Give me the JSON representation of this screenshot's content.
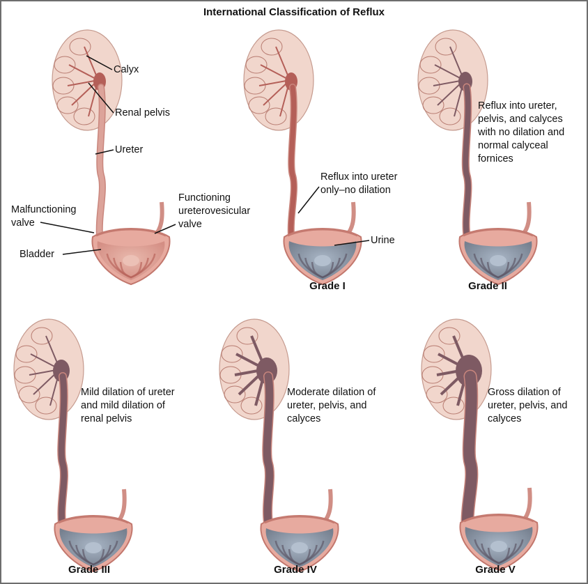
{
  "title": "International Classification of Reflux",
  "colors": {
    "kidney_fill": "#f1d6cc",
    "kidney_stroke": "#c59a8e",
    "tissue": "#d9928a",
    "tissue_dark": "#b45f58",
    "reflux": "#7e5a63",
    "urine": "#8a96a8",
    "frame": "#6e6e6e"
  },
  "normal": {
    "labels": {
      "calyx": "Calyx",
      "renal_pelvis": "Renal pelvis",
      "ureter": "Ureter",
      "malfunctioning_valve": [
        "Malfunctioning",
        "valve"
      ],
      "functioning_valve": [
        "Functioning",
        "ureterovesicular",
        "valve"
      ],
      "bladder": "Bladder"
    }
  },
  "grades": [
    {
      "name": "Grade I",
      "description": [
        "Reflux into ureter",
        "only–no dilation"
      ],
      "extra_label": "Urine"
    },
    {
      "name": "Grade II",
      "description": [
        "Reflux into ureter,",
        "pelvis, and calyces",
        "with no dilation and",
        "normal calyceal",
        "fornices"
      ]
    },
    {
      "name": "Grade III",
      "description": [
        "Mild dilation of ureter",
        "and mild dilation of",
        "renal pelvis"
      ]
    },
    {
      "name": "Grade IV",
      "description": [
        "Moderate dilation of",
        "ureter, pelvis, and",
        "calyces"
      ]
    },
    {
      "name": "Grade V",
      "description": [
        "Gross dilation of",
        "ureter, pelvis, and",
        "calyces"
      ]
    }
  ]
}
